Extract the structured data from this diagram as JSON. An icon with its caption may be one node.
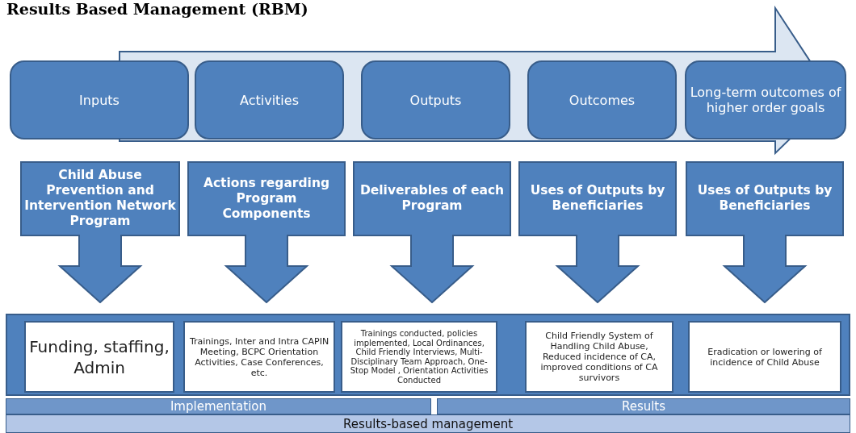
{
  "diagram": {
    "title": "Results Based Management (RBM)",
    "nodes": [
      {
        "text": [
          "Inputs"
        ]
      },
      {
        "text": [
          "Activities"
        ]
      },
      {
        "text": [
          "Outputs"
        ]
      },
      {
        "text": [
          "Outcomes"
        ]
      },
      {
        "text": [
          "Long-term outcomes of higher order goals"
        ]
      },
      {
        "text": [
          "Child Abuse Prevention and Intervention Network Program"
        ]
      },
      {
        "text": [
          "Actions regarding Program Components"
        ]
      },
      {
        "text": [
          "Deliverables of each Program"
        ]
      },
      {
        "text": [
          "Uses of Outputs by Beneficiaries"
        ]
      },
      {
        "text": [
          "Uses of Outputs by Beneficiaries"
        ]
      },
      {
        "text": [],
        "shape": "box"
      },
      {
        "text": [
          "Funding, staffing, Admin"
        ],
        "in": 10
      },
      {
        "text": [
          "Trainings, Inter and Intra CAPIN Meeting, BCPC Orientation Activities, Case Conferences, etc."
        ],
        "in": 10
      },
      {
        "text": [
          "Trainings conducted, policies implemented, Local Ordinances, Child Friendly Interviews, Multi-Disciplinary Team Approach, One-Stop Model , Orientation Activities Conducted"
        ],
        "in": 10
      },
      {
        "text": [
          "Child Friendly System of Handling Child Abuse, Reduced incidence of CA, improved conditions of CA survivors"
        ],
        "in": 10
      },
      {
        "text": [
          "Eradication or lowering of incidence of Child Abuse"
        ],
        "in": 10
      },
      {
        "text": [
          "Implementation"
        ]
      },
      {
        "text": [
          "Results"
        ]
      },
      {
        "text": [
          "Results-based management"
        ]
      }
    ],
    "edges": []
  }
}
